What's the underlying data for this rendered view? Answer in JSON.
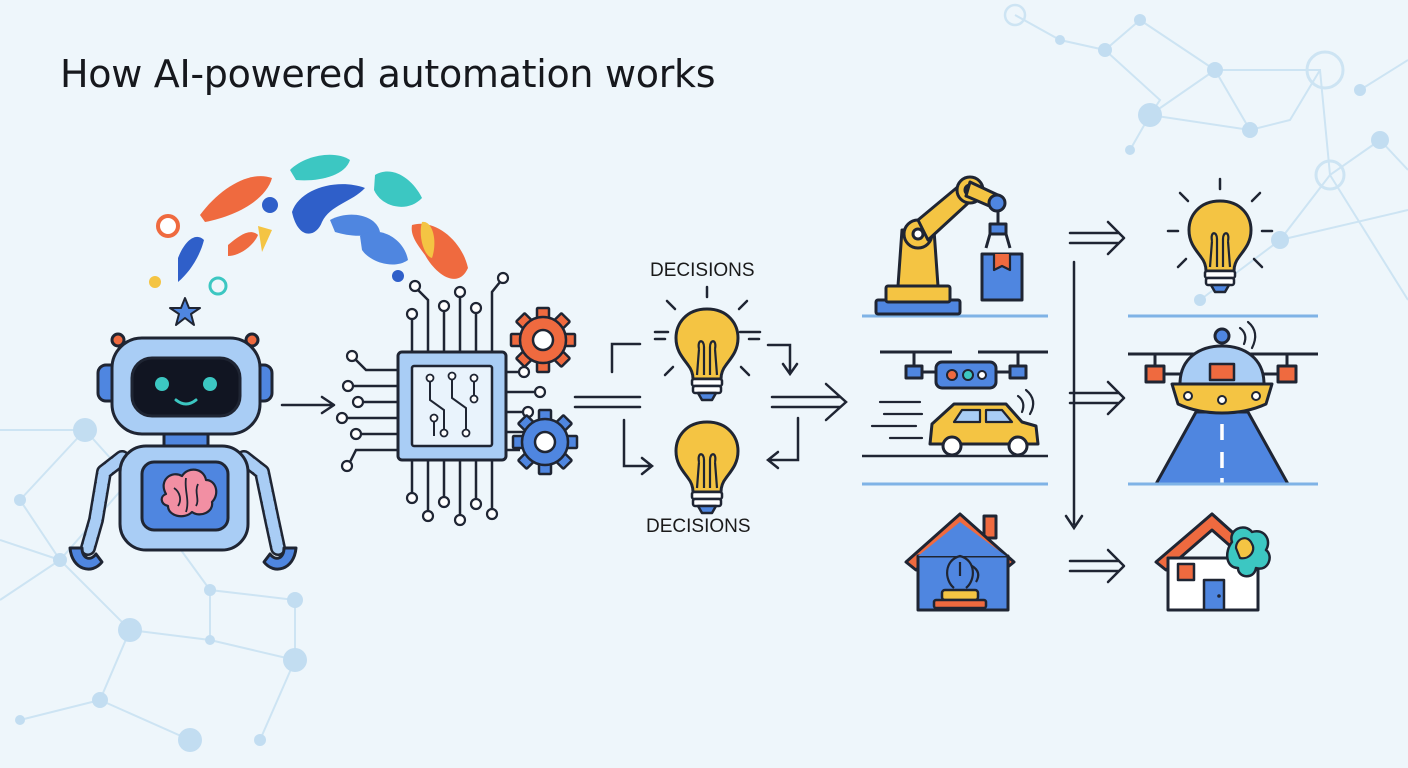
{
  "title": "How AI-powered automation works",
  "labels": {
    "decisions_top": "DECISIONS",
    "decisions_bottom": "DECISIONS"
  },
  "nodes": {
    "robot": "robot-icon",
    "chip": "processor-chip-icon",
    "gears": "gear-icon",
    "bulbs": "lightbulb-icon",
    "robotic_arm": "robotic-arm-icon",
    "drone": "drone-icon",
    "car": "car-icon",
    "smart_home": "smart-home-icon",
    "outcome_bulb": "lightbulb-icon",
    "autonomous_vehicle": "flying-vehicle-icon",
    "outcome_house": "house-icon"
  },
  "colors": {
    "background": "#eef6fb",
    "outline": "#1f2533",
    "blue": "#4f86e0",
    "light_blue": "#a9cdf5",
    "yellow": "#f4c443",
    "orange": "#ef6a3f",
    "teal": "#3cc7c2",
    "network": "#bcdcf0"
  }
}
